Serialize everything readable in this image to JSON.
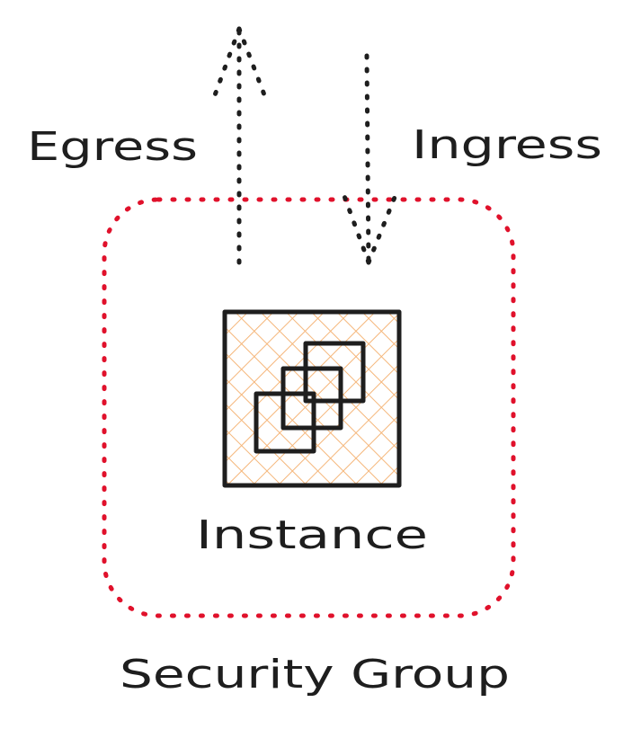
{
  "diagram": {
    "labels": {
      "egress": "Egress",
      "ingress": "Ingress",
      "instance": "Instance",
      "security_group": "Security Group"
    },
    "colors": {
      "ink": "#1e1e1e",
      "boundary": "#e0112b",
      "hatch": "#f5b67a"
    },
    "icons": {
      "instance": "stacked-squares-icon"
    },
    "arrows": {
      "egress_direction": "up",
      "ingress_direction": "down"
    }
  }
}
